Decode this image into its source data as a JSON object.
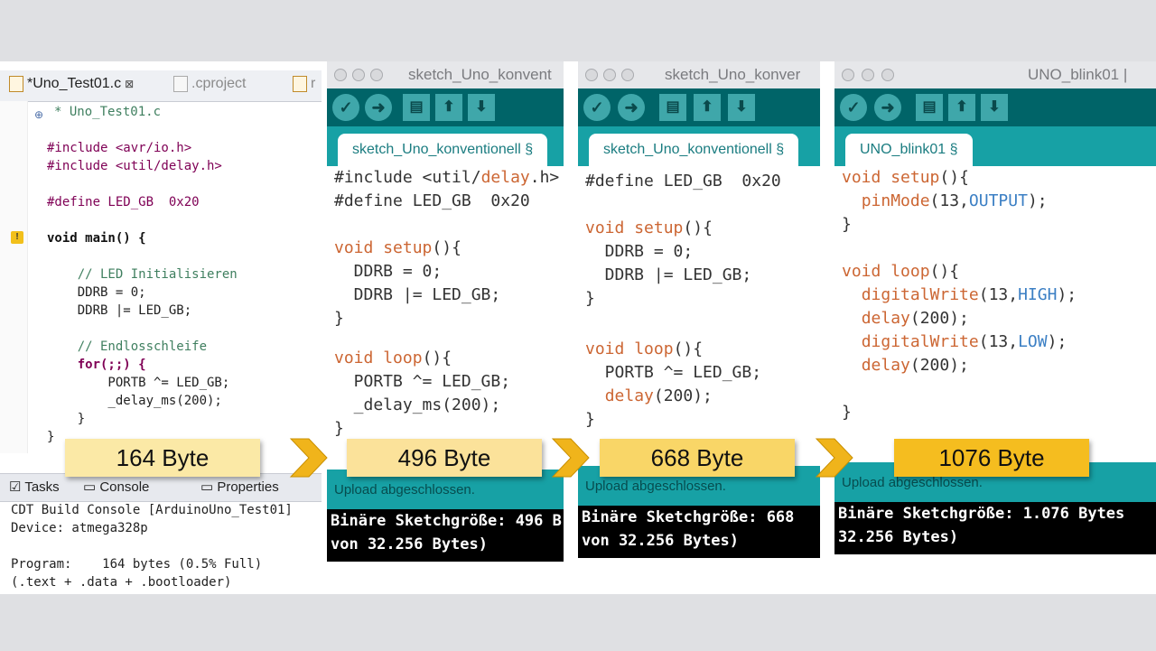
{
  "eclipse": {
    "tab_active": "*Uno_Test01.c",
    "tab_project": ".cproject",
    "tab_more": "r",
    "code": [
      "* Uno_Test01.c",
      "",
      "#include <avr/io.h>",
      "#include <util/delay.h>",
      "",
      "#define LED_GB  0x20",
      "",
      "void main() {",
      "",
      "    // LED Initialisieren",
      "    DDRB = 0;",
      "    DDRB |= LED_GB;",
      "",
      "    // Endlosschleife",
      "    for(;;) {",
      "        PORTB ^= LED_GB;",
      "        _delay_ms(200);",
      "    }",
      "}"
    ],
    "bottom_tabs": [
      "Tasks",
      "Console",
      "Properties"
    ],
    "console": [
      "CDT Build Console [ArduinoUno_Test01]",
      "Device: atmega328p",
      "",
      "Program:    164 bytes (0.5% Full)",
      "(.text + .data + .bootloader)"
    ]
  },
  "arduino": [
    {
      "title": "sketch_Uno_konvent",
      "tab": "sketch_Uno_konventionell §",
      "status": "Upload abgeschlossen.",
      "console": [
        "Binäre Sketchgröße: 496 B",
        "von 32.256 Bytes)"
      ]
    },
    {
      "title": "sketch_Uno_konver",
      "tab": "sketch_Uno_konventionell §",
      "status": "Upload abgeschlossen.",
      "console": [
        "Binäre Sketchgröße: 668",
        "von 32.256 Bytes)"
      ]
    },
    {
      "title": "UNO_blink01 |",
      "tab": "UNO_blink01 §",
      "status": "Upload abgeschlossen.",
      "console": [
        "Binäre Sketchgröße: 1.076 Bytes",
        "32.256 Bytes)"
      ]
    }
  ],
  "byte_labels": [
    "164 Byte",
    "496 Byte",
    "668 Byte",
    "1076 Byte"
  ],
  "colors": {
    "arduino_teal": "#17a1a5",
    "arduino_dark_teal": "#006468",
    "label_light": "#fbe28a",
    "label_strong": "#f5bd1f",
    "arrow": "#f0b41b"
  },
  "icons": {
    "verify": "check-icon",
    "upload": "arrow-right-icon",
    "new": "document-icon",
    "open": "arrow-up-icon",
    "save": "arrow-down-icon"
  }
}
